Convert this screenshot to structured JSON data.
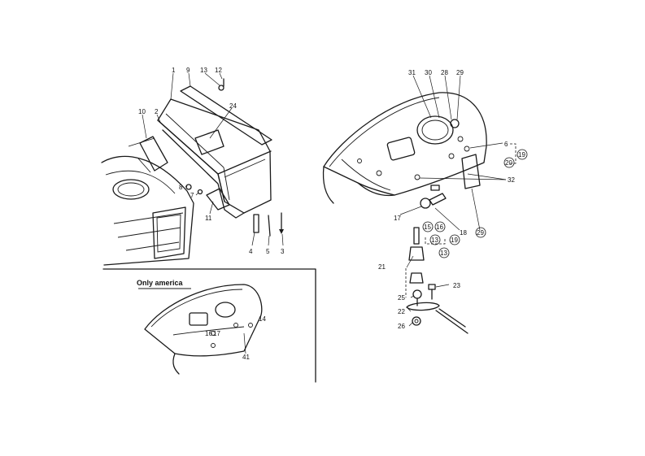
{
  "diagram": {
    "inset_title": "Only america",
    "callouts": [
      {
        "id": "c1",
        "text": "1"
      },
      {
        "id": "c9",
        "text": "9"
      },
      {
        "id": "c13",
        "text": "13"
      },
      {
        "id": "c12",
        "text": "12"
      },
      {
        "id": "c10",
        "text": "10"
      },
      {
        "id": "c2",
        "text": "2"
      },
      {
        "id": "c24",
        "text": "24"
      },
      {
        "id": "c8",
        "text": "8"
      },
      {
        "id": "c7",
        "text": "7"
      },
      {
        "id": "c11",
        "text": "11"
      },
      {
        "id": "c4",
        "text": "4"
      },
      {
        "id": "c5",
        "text": "5"
      },
      {
        "id": "c3",
        "text": "3"
      },
      {
        "id": "c31",
        "text": "31"
      },
      {
        "id": "c30",
        "text": "30"
      },
      {
        "id": "c28",
        "text": "28"
      },
      {
        "id": "c29",
        "text": "29"
      },
      {
        "id": "c6",
        "text": "6"
      },
      {
        "id": "c19a",
        "text": "19"
      },
      {
        "id": "c20",
        "text": "20"
      },
      {
        "id": "c32",
        "text": "32"
      },
      {
        "id": "c17",
        "text": "17"
      },
      {
        "id": "c18",
        "text": "18"
      },
      {
        "id": "c29b",
        "text": "29"
      },
      {
        "id": "c15",
        "text": "15"
      },
      {
        "id": "c16",
        "text": "16"
      },
      {
        "id": "c13b",
        "text": "13"
      },
      {
        "id": "c19b",
        "text": "19"
      },
      {
        "id": "c13c",
        "text": "13"
      },
      {
        "id": "c21",
        "text": "21"
      },
      {
        "id": "c23",
        "text": "23"
      },
      {
        "id": "c25",
        "text": "25"
      },
      {
        "id": "c22",
        "text": "22"
      },
      {
        "id": "c26",
        "text": "26"
      },
      {
        "id": "c14",
        "text": "14"
      },
      {
        "id": "c16b",
        "text": "16"
      },
      {
        "id": "c17b",
        "text": "17"
      },
      {
        "id": "c41",
        "text": "41"
      }
    ]
  }
}
